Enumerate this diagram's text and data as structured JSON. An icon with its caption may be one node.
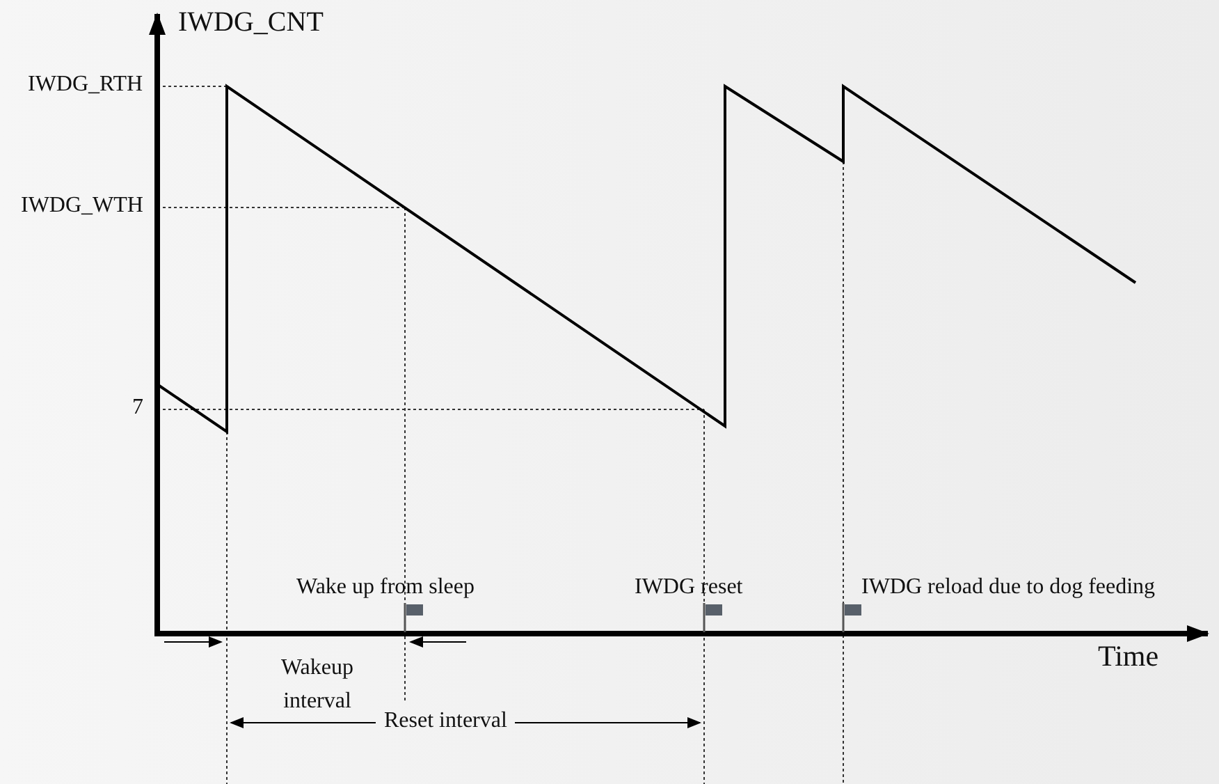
{
  "diagram": {
    "labels": [
      "IWDG_CNT",
      "IWDG_RTH",
      "IWDG_WTH",
      "7",
      "Wake up from sleep",
      "IWDG reset",
      "IWDG reload due to dog feeding",
      "Time",
      "Wakeup interval",
      "Reset interval"
    ]
  }
}
